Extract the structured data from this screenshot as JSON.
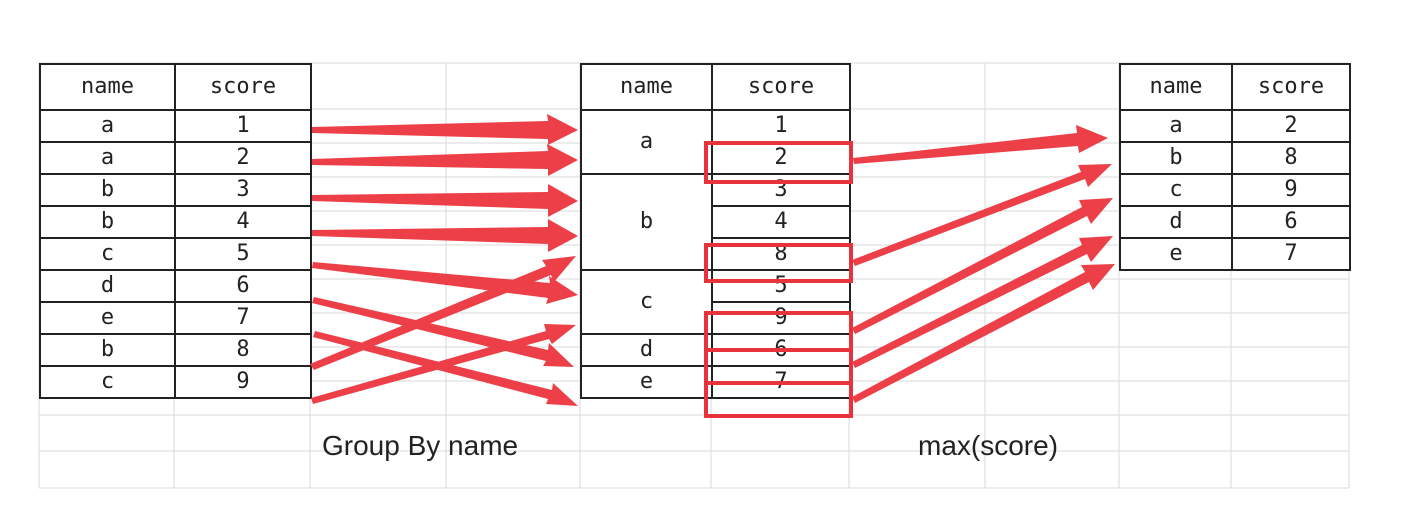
{
  "source_table": {
    "headers": [
      "name",
      "score"
    ],
    "rows": [
      {
        "name": "a",
        "score": "1"
      },
      {
        "name": "a",
        "score": "2"
      },
      {
        "name": "b",
        "score": "3"
      },
      {
        "name": "b",
        "score": "4"
      },
      {
        "name": "c",
        "score": "5"
      },
      {
        "name": "d",
        "score": "6"
      },
      {
        "name": "e",
        "score": "7"
      },
      {
        "name": "b",
        "score": "8"
      },
      {
        "name": "c",
        "score": "9"
      }
    ]
  },
  "grouped_table": {
    "headers": [
      "name",
      "score"
    ],
    "groups": [
      {
        "name": "a",
        "scores": [
          "1",
          "2"
        ],
        "max": "2"
      },
      {
        "name": "b",
        "scores": [
          "3",
          "4",
          "8"
        ],
        "max": "8"
      },
      {
        "name": "c",
        "scores": [
          "5",
          "9"
        ],
        "max": "9"
      },
      {
        "name": "d",
        "scores": [
          "6"
        ],
        "max": "6"
      },
      {
        "name": "e",
        "scores": [
          "7"
        ],
        "max": "7"
      }
    ]
  },
  "result_table": {
    "headers": [
      "name",
      "score"
    ],
    "rows": [
      {
        "name": "a",
        "score": "2"
      },
      {
        "name": "b",
        "score": "8"
      },
      {
        "name": "c",
        "score": "9"
      },
      {
        "name": "d",
        "score": "6"
      },
      {
        "name": "e",
        "score": "7"
      }
    ]
  },
  "labels": {
    "group_step": "Group By name",
    "aggregate_step": "max(score)"
  },
  "colors": {
    "arrow": "#ec3f48",
    "highlight_box": "#e8333d",
    "table_border": "#222222",
    "background_grid": "#d9d9d9"
  }
}
